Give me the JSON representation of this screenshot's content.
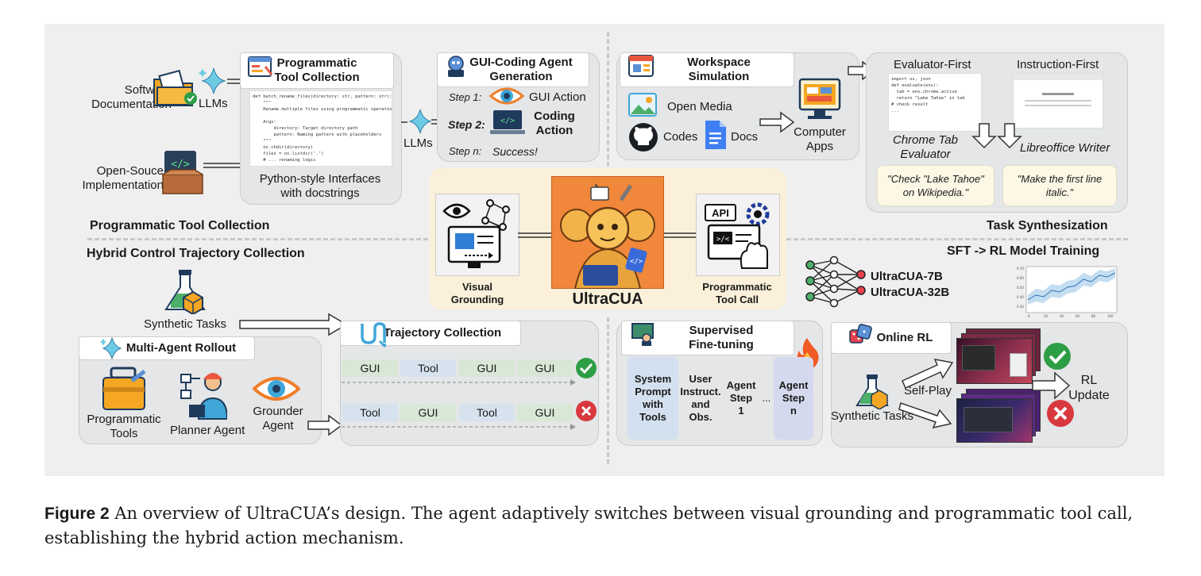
{
  "top_left": {
    "section_label": "Programmatic Tool Collection",
    "software_doc": "Software\nDocumentation",
    "open_source": "Open-Souce\nImplementation",
    "llms_a": "LLMs",
    "llms_b": "LLMs",
    "header": "Programmatic\nTool Collection",
    "interfaces": "Python-style Interfaces\nwith docstrings"
  },
  "gui_coding": {
    "header": "GUI-Coding Agent\nGeneration",
    "step1_label": "Step 1:",
    "step1_text": "GUI Action",
    "step2_label": "Step 2:",
    "step2_text": "Coding\nAction",
    "stepn_label": "Step n:",
    "stepn_text": "Success!"
  },
  "workspace": {
    "header": "Workspace\nSimulation",
    "open_media": "Open Media",
    "codes": "Codes",
    "docs": "Docs",
    "computer_apps": "Computer\nApps"
  },
  "task_synth": {
    "section_label": "Task Synthesization",
    "evaluator_first": "Evaluator-First",
    "instruction_first": "Instruction-First",
    "chrome_tab": "Chrome Tab\nEvaluator",
    "libreoffice": "Libreoffice Writer",
    "quote1": "\"Check \"Lake Tahoe\"\non Wikipedia.\"",
    "quote2": "\"Make the first line\nitalic.\""
  },
  "center": {
    "visual_grounding": "Visual\nGrounding",
    "title": "UltraCUA",
    "programmatic_tool_call": "Programmatic\nTool Call",
    "api": "API"
  },
  "hybrid": {
    "section_label": "Hybrid Control Trajectory Collection",
    "synthetic_tasks": "Synthetic Tasks",
    "multi_agent_header": "Multi-Agent Rollout",
    "programmatic_tools": "Programmatic\nTools",
    "planner_agent": "Planner Agent",
    "grounder_agent": "Grounder\nAgent",
    "trajectory_header": "Trajectory Collection",
    "row1": [
      "GUI",
      "Tool",
      "GUI",
      "GUI"
    ],
    "row2": [
      "Tool",
      "GUI",
      "Tool",
      "GUI"
    ]
  },
  "training": {
    "section_label": "SFT -> RL Model Training",
    "model_7b": "UltraCUA-7B",
    "model_32b": "UltraCUA-32B",
    "sft_header": "Supervised\nFine-tuning",
    "sft_cols": [
      "System\nPrompt\nwith\nTools",
      "User\nInstruct.\nand\nObs.",
      "Agent\nStep\n1",
      "...",
      "Agent\nStep\nn"
    ],
    "online_rl_header": "Online RL",
    "self_play": "Self-Play",
    "synthetic_tasks": "Synthetic Tasks",
    "rl_update": "RL\nUpdate"
  },
  "caption": {
    "label": "Figure 2",
    "text": "An overview of UltraCUA’s design. The agent adaptively switches between visual grounding and programmatic tool call, establishing the hybrid action mechanism."
  },
  "colors": {
    "panel": "#e4e6e7",
    "center_bg": "#fbf0d9",
    "gui_pill": "#d9e7d6",
    "tool_pill": "#d6e2ee",
    "success": "#2e9e46",
    "fail": "#d9393e",
    "flame": "#f05a24"
  }
}
